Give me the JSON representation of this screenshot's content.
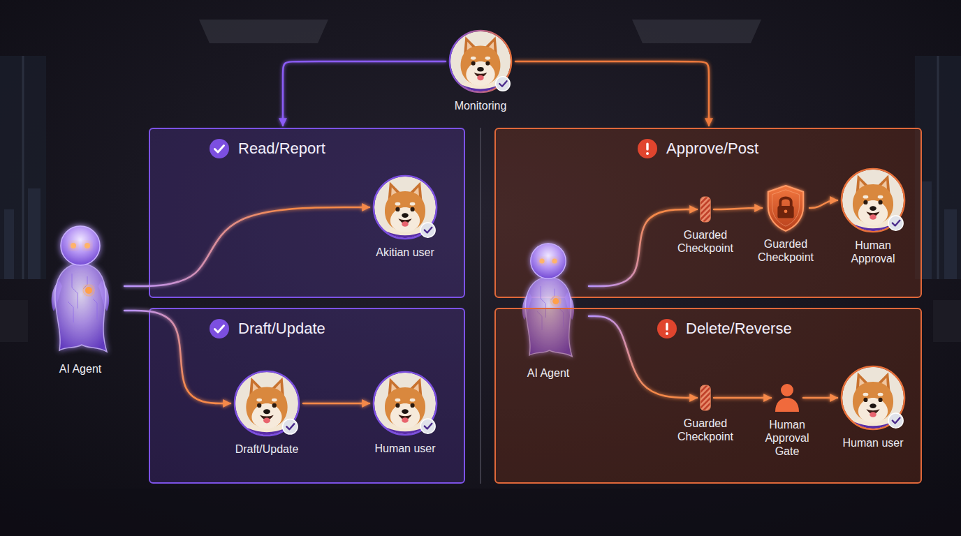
{
  "diagram": {
    "nodes": [
      {
        "text": [
          "Monitoring"
        ]
      },
      {
        "text": [
          "AI Agent"
        ]
      },
      {
        "text": [
          "Read/Report"
        ]
      },
      {
        "text": [
          "Akitian user"
        ],
        "in": 2
      },
      {
        "text": [
          "Draft/Update"
        ]
      },
      {
        "text": [
          "Draft/Update"
        ],
        "in": 4
      },
      {
        "text": [
          "Human user"
        ],
        "in": 4
      },
      {
        "text": [
          "Approve/Post"
        ]
      },
      {
        "text": [
          "AI Agent"
        ]
      },
      {
        "text": [
          "Guarded Checkpoint"
        ],
        "in": 7
      },
      {
        "text": [
          "Guarded Checkpoint"
        ],
        "in": 7
      },
      {
        "text": [
          "Human Approval"
        ],
        "in": 7
      },
      {
        "text": [
          "Delete/Reverse"
        ]
      },
      {
        "text": [
          "Guarded Checkpoint"
        ],
        "in": 12
      },
      {
        "text": [
          "Human Approval Gate"
        ],
        "in": 12
      },
      {
        "text": [
          "Human user"
        ],
        "in": 12
      }
    ],
    "edges": [
      {
        "from": 0,
        "to": 2,
        "arrow": "to"
      },
      {
        "from": 0,
        "to": 7,
        "arrow": "to"
      },
      {
        "from": 1,
        "to": 3,
        "arrow": "to"
      },
      {
        "from": 1,
        "to": 5,
        "arrow": "to"
      },
      {
        "from": 5,
        "to": 6,
        "arrow": "to"
      },
      {
        "from": 8,
        "to": 9,
        "arrow": "to"
      },
      {
        "from": 9,
        "to": 10,
        "arrow": "to"
      },
      {
        "from": 10,
        "to": 11,
        "arrow": "to"
      },
      {
        "from": 8,
        "to": 13,
        "arrow": "to"
      },
      {
        "from": 13,
        "to": 14,
        "arrow": "to"
      },
      {
        "from": 14,
        "to": 15,
        "arrow": "to"
      }
    ]
  }
}
